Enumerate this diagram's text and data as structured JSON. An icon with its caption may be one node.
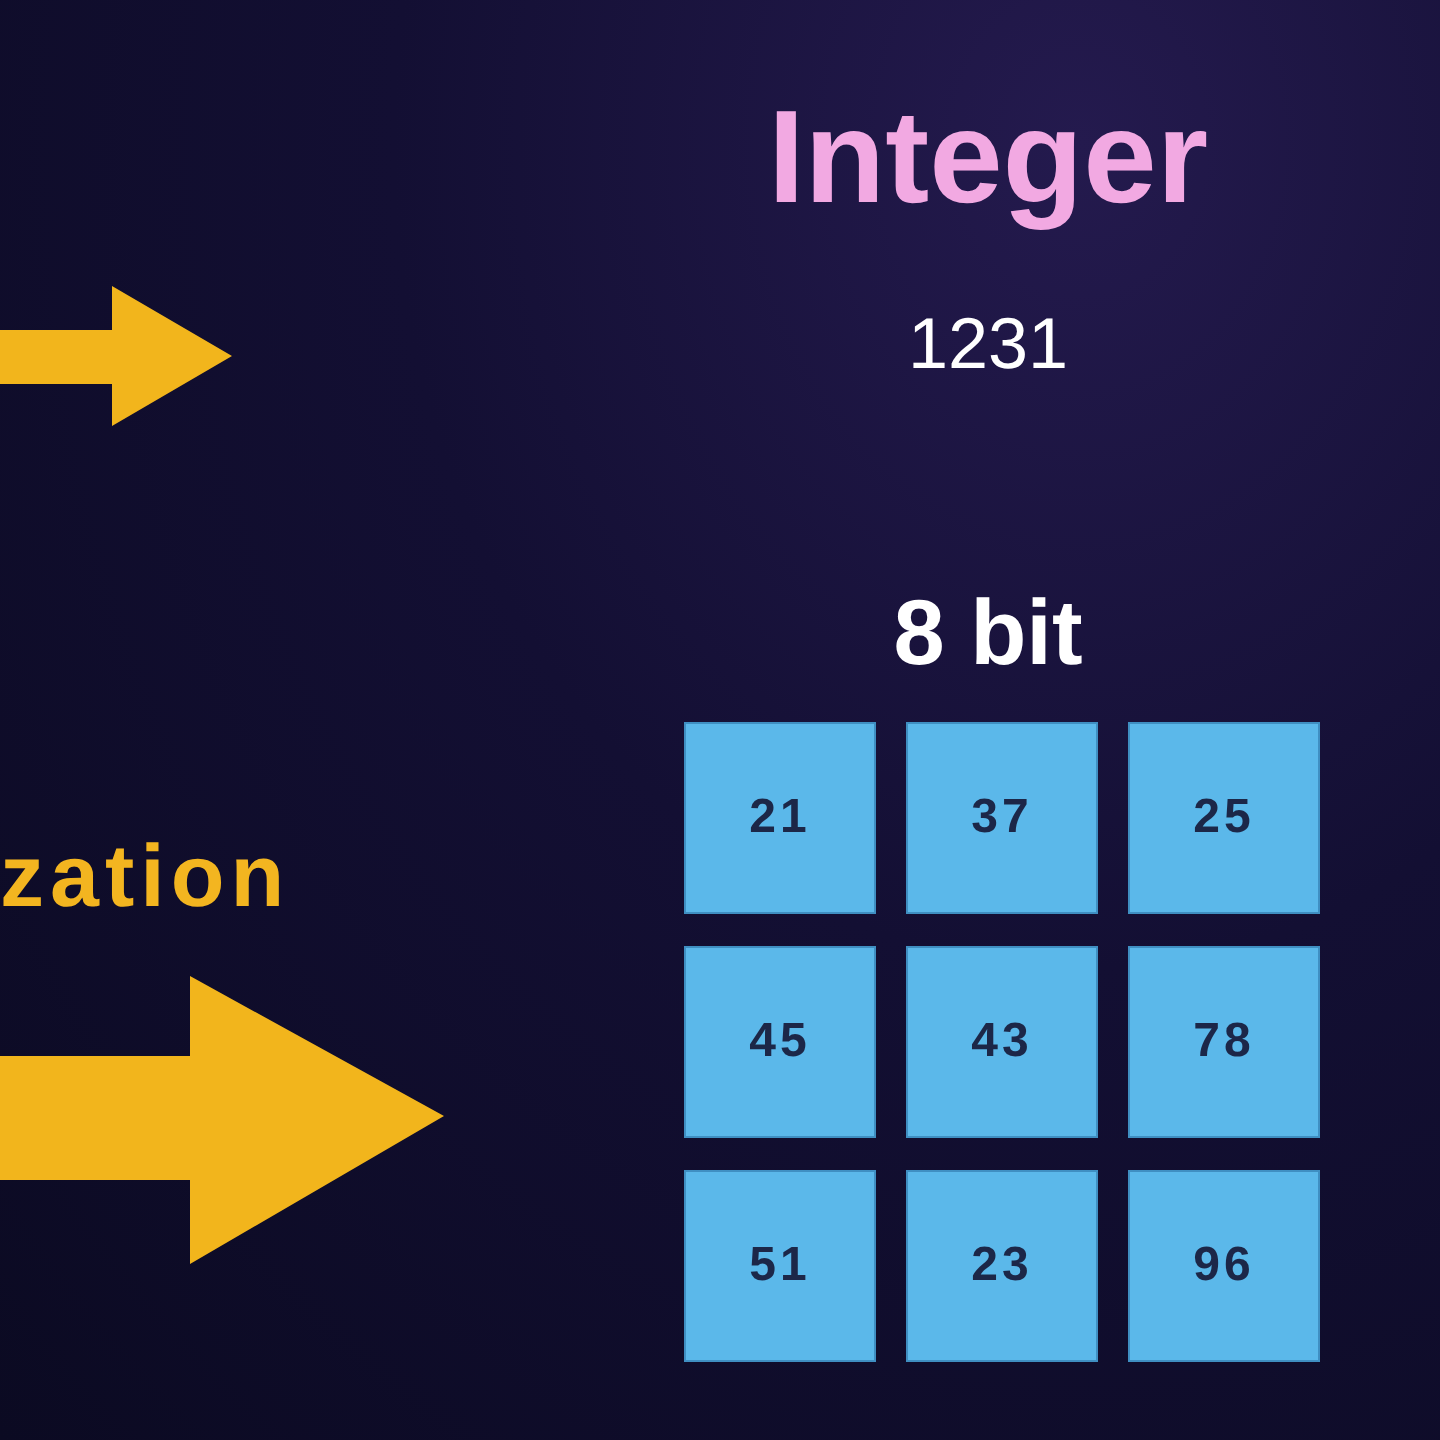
{
  "diagram": {
    "nodes": [
      {
        "text": [
          "21"
        ]
      },
      {
        "text": [
          "37"
        ]
      },
      {
        "text": [
          "25"
        ]
      },
      {
        "text": [
          "45"
        ]
      },
      {
        "text": [
          "43"
        ]
      },
      {
        "text": [
          "78"
        ]
      },
      {
        "text": [
          "51"
        ]
      },
      {
        "text": [
          "23"
        ]
      },
      {
        "text": [
          "96"
        ]
      }
    ],
    "labels": [
      "Integer",
      "1231",
      "8 bit",
      "zation"
    ]
  }
}
